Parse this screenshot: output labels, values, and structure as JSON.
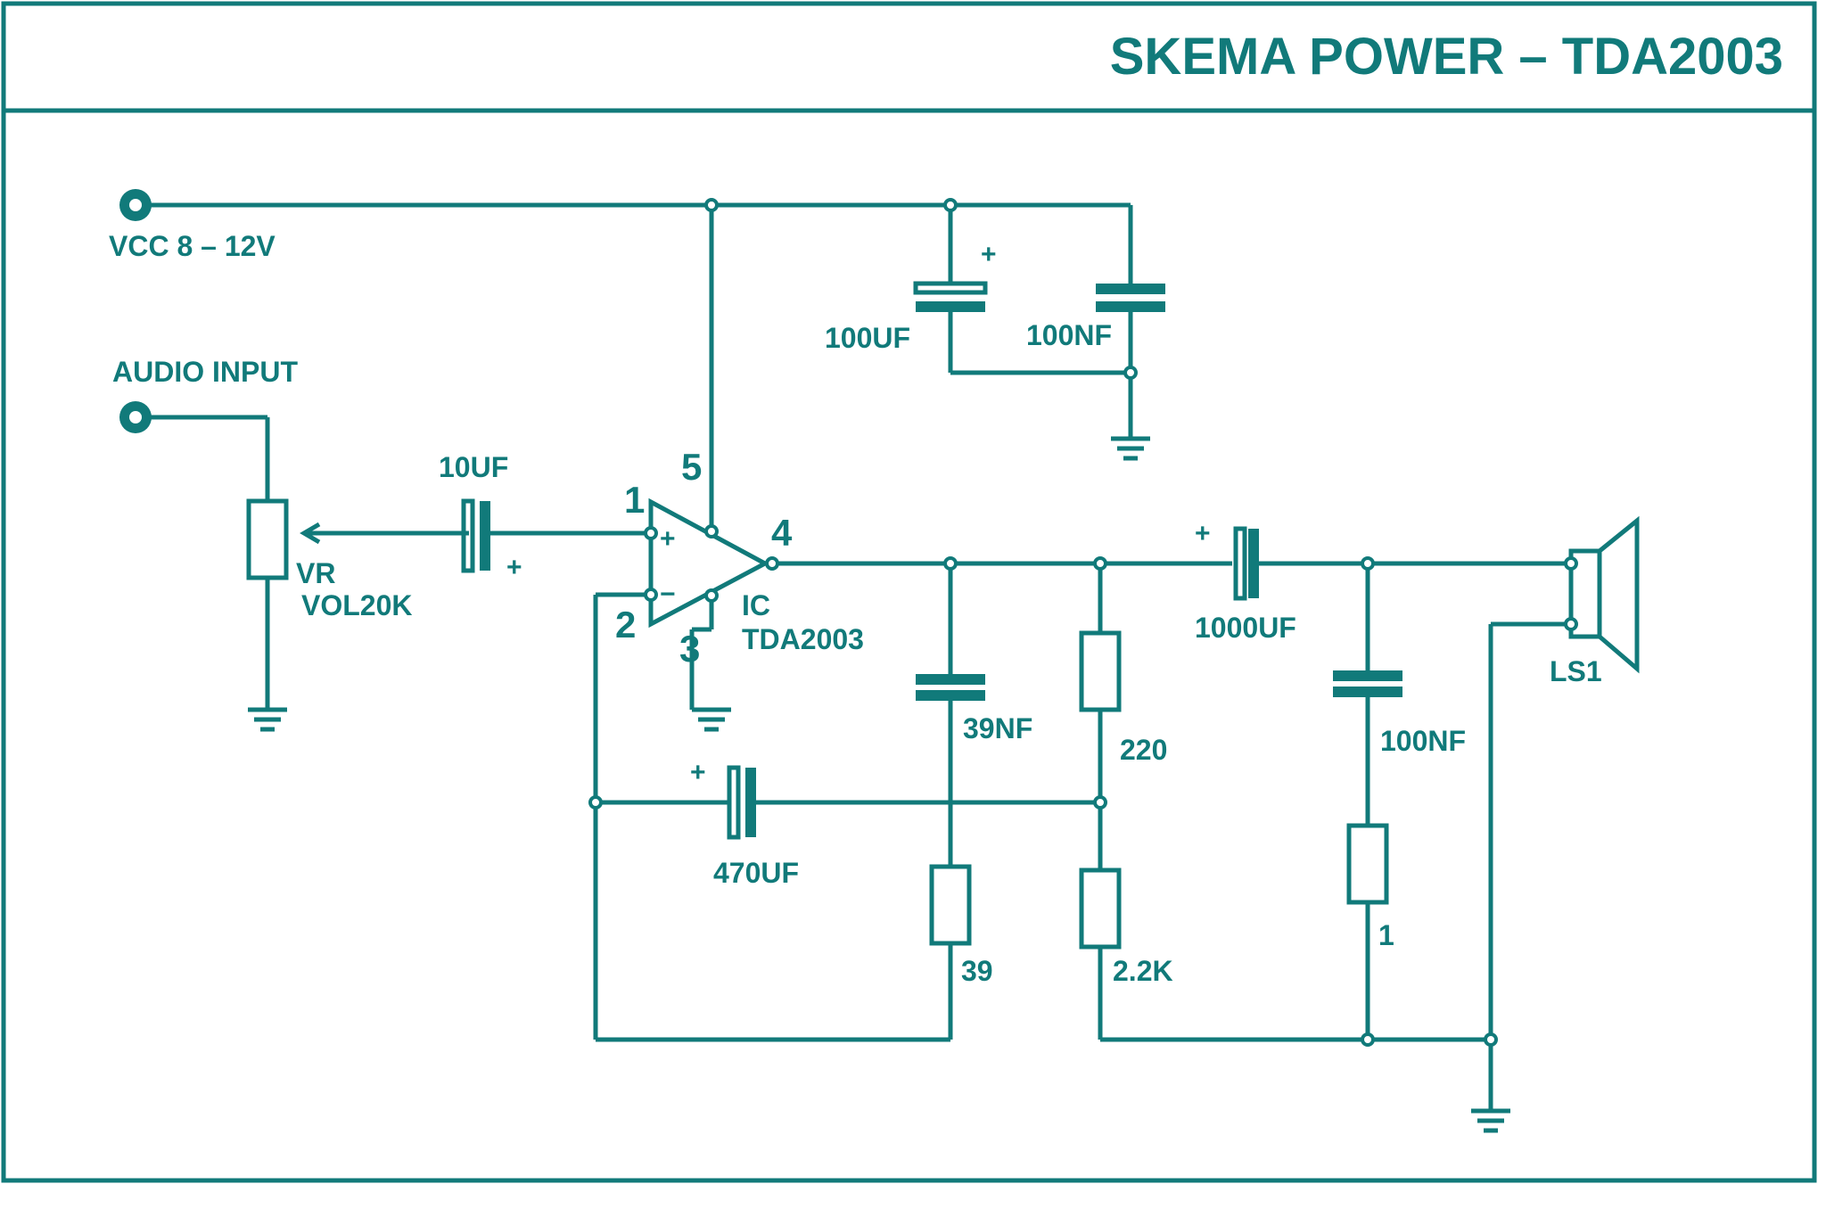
{
  "title": "SKEMA POWER – TDA2003",
  "colors": {
    "stroke": "#117a7a",
    "background": "#ffffff"
  },
  "labels": {
    "vcc": "VCC 8 – 12V",
    "audio_input": "AUDIO INPUT",
    "c_supply_elec": "100UF",
    "c_supply_cer": "100NF",
    "c_input": "10UF",
    "vr_name": "VR",
    "vr_value": "VOL20K",
    "ic_name": "IC",
    "ic_part": "TDA2003",
    "pin1": "1",
    "pin2": "2",
    "pin3": "3",
    "pin4": "4",
    "pin5": "5",
    "c_output": "1000UF",
    "c_filter": "39NF",
    "r_filter": "39",
    "r_feedback": "220",
    "r_gain": "2.2K",
    "c_feedback": "470UF",
    "c_zobel": "100NF",
    "r_zobel": "1",
    "speaker": "LS1"
  },
  "symbols": {
    "plus": "+",
    "minus": "−"
  }
}
